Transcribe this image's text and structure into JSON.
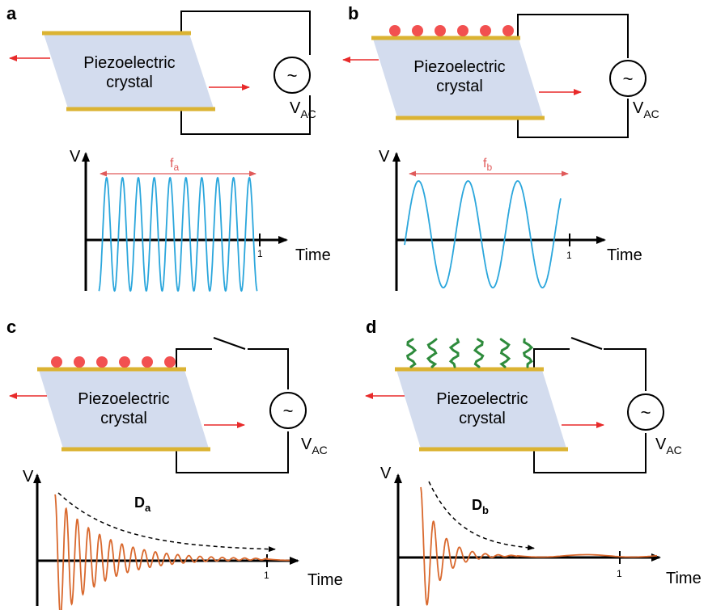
{
  "panels": [
    {
      "letter": "a",
      "crystal_line1": "Piezoelectric",
      "crystal_line2": "crystal",
      "vac_main": "V",
      "vac_sub": "AC",
      "axis_v": "V",
      "axis_time": "Time",
      "tick": "1",
      "annotation_main": "f",
      "annotation_sub": "a"
    },
    {
      "letter": "b",
      "crystal_line1": "Piezoelectric",
      "crystal_line2": "crystal",
      "vac_main": "V",
      "vac_sub": "AC",
      "axis_v": "V",
      "axis_time": "Time",
      "tick": "1",
      "annotation_main": "f",
      "annotation_sub": "b"
    },
    {
      "letter": "c",
      "crystal_line1": "Piezoelectric",
      "crystal_line2": "crystal",
      "vac_main": "V",
      "vac_sub": "AC",
      "axis_v": "V",
      "axis_time": "Time",
      "tick": "1",
      "annotation_main": "D",
      "annotation_sub": "a"
    },
    {
      "letter": "d",
      "crystal_line1": "Piezoelectric",
      "crystal_line2": "crystal",
      "vac_main": "V",
      "vac_sub": "AC",
      "axis_v": "V",
      "axis_time": "Time",
      "tick": "1",
      "annotation_main": "D",
      "annotation_sub": "b"
    }
  ],
  "symbols": {
    "ac_source": "~"
  },
  "colors": {
    "crystal_fill": "#d3dcee",
    "electrode": "#dbb332",
    "arrow": "#e82a2a",
    "particle": "#f25050",
    "polymer": "#2e8b3c",
    "wave_blue": "#2aa6dc",
    "wave_orange": "#d9692e",
    "annotation": "#e05a5a",
    "wire": "#000000"
  },
  "icons": {
    "ac_source": "ac-source-icon",
    "particle": "particle-icon",
    "polymer": "polymer-strand-icon",
    "switch": "open-switch-icon"
  }
}
